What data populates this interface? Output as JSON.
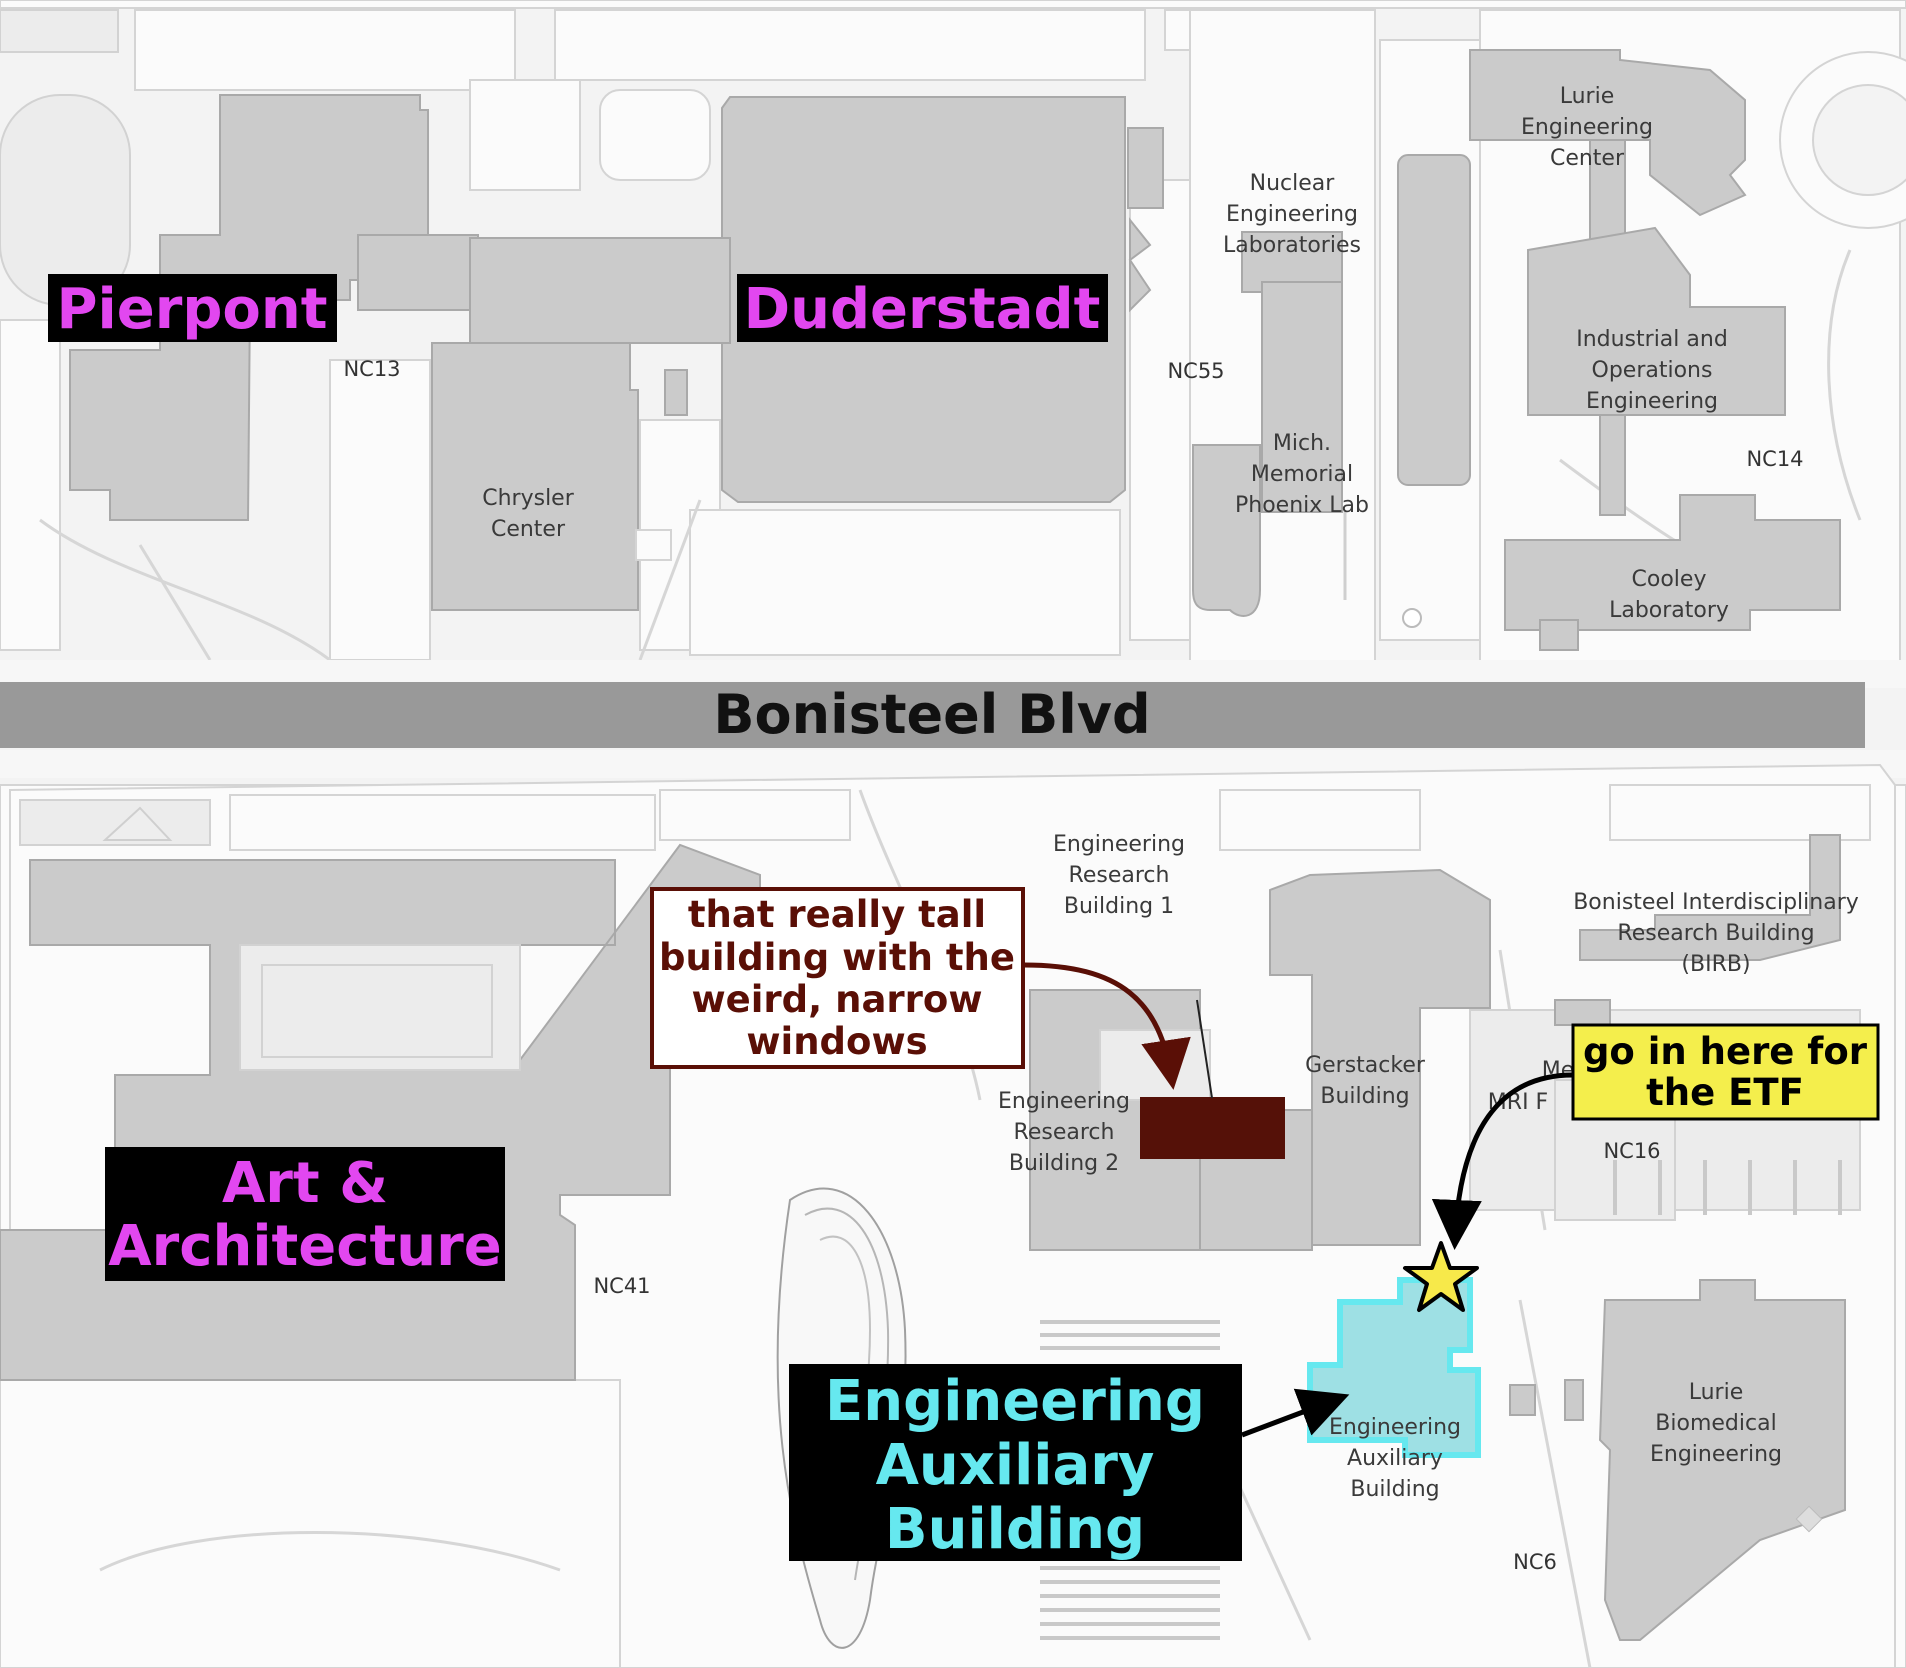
{
  "colors": {
    "building": "#cbcbcb",
    "road": "#999999",
    "label_bg": "#000000",
    "magenta": "#e247f0",
    "cyan": "#66e8ef",
    "maroon_fill": "#551108",
    "maroon_text": "#5a0f06",
    "yellow": "#f4ee4c",
    "highlight": "#9ee0e4",
    "star": "#f7e94a"
  },
  "road": {
    "name": "Bonisteel Blvd"
  },
  "area_labels": {
    "pierpont": "Pierpont",
    "duderstadt": "Duderstadt",
    "art_architecture": [
      "Art &",
      "Architecture"
    ],
    "engineering_auxiliary": [
      "Engineering",
      "Auxiliary",
      "Building"
    ]
  },
  "building_labels": {
    "lurie_engineering": [
      "Lurie",
      "Engineering",
      "Center"
    ],
    "nuclear_engineering": [
      "Nuclear",
      "Engineering",
      "Laboratories"
    ],
    "chrysler": [
      "Chrysler",
      "Center"
    ],
    "phoenix": [
      "Mich.",
      "Memorial",
      "Phoenix Lab"
    ],
    "ioe": [
      "Industrial and",
      "Operations",
      "Engineering"
    ],
    "cooley": [
      "Cooley",
      "Laboratory"
    ],
    "erb1": [
      "Engineering",
      "Research",
      "Building 1"
    ],
    "erb2": [
      "Engineering",
      "Research",
      "Building 2"
    ],
    "gerstacker": [
      "Gerstacker",
      "Building"
    ],
    "birb": [
      "Bonisteel Interdisciplinary",
      "Research Building",
      "(BIRB)"
    ],
    "mri_partial": [
      "Me",
      "MRI F"
    ],
    "eab_small": [
      "Engineering",
      "Auxiliary",
      "Building"
    ],
    "lurie_biomedical": [
      "Lurie",
      "Biomedical",
      "Engineering"
    ]
  },
  "lot_labels": {
    "nc13": "NC13",
    "nc55": "NC55",
    "nc14": "NC14",
    "nc16": "NC16",
    "nc41": "NC41",
    "nc6": "NC6"
  },
  "callouts": {
    "tall_building": [
      "that really tall",
      "building with the",
      "weird, narrow",
      "windows"
    ],
    "etf": [
      "go in here for",
      "the ETF"
    ]
  },
  "markers": {
    "star": "star-icon"
  }
}
